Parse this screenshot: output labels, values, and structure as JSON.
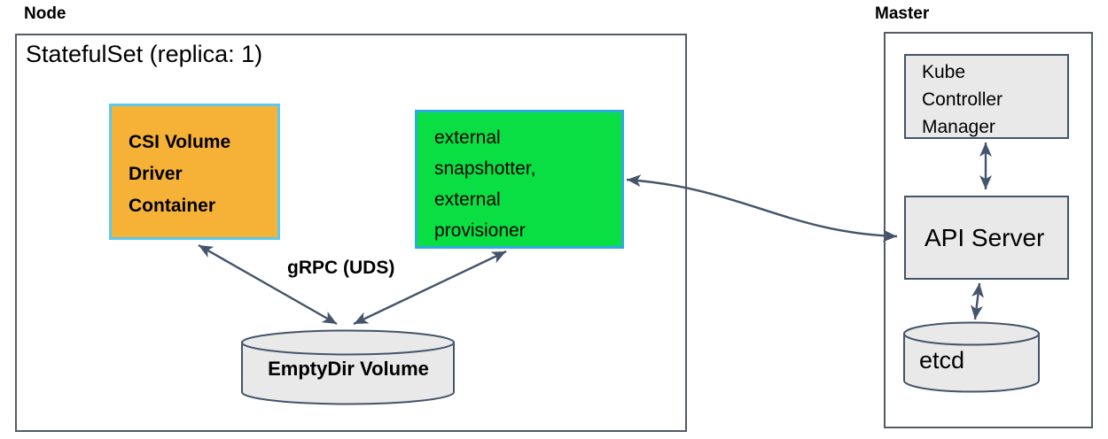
{
  "node_section": {
    "label": "Node",
    "statefulset_title": "StatefulSet (replica: 1)",
    "csi_driver_box": {
      "line1": "CSI Volume",
      "line2": "Driver",
      "line3": "Container",
      "fill_color": "#F6B237",
      "border_color": "#5EC9EF"
    },
    "sidecar_box": {
      "line1": "external",
      "line2": "snapshotter,",
      "line3": "external",
      "line4": "provisioner",
      "fill_color": "#09DF43",
      "border_color": "#2FA9E1"
    },
    "grpc_label": "gRPC (UDS)",
    "emptydir_volume_label": "EmptyDir Volume"
  },
  "master_section": {
    "label": "Master",
    "kube_controller_manager_box": {
      "line1": "Kube",
      "line2": "Controller",
      "line3": "Manager"
    },
    "api_server_label": "API Server",
    "etcd_label": "etcd"
  },
  "colors": {
    "arrow": "#44546A",
    "gray_fill": "#E9E9E9",
    "gray_border": "#44546A",
    "outer_border": "#555B64"
  }
}
